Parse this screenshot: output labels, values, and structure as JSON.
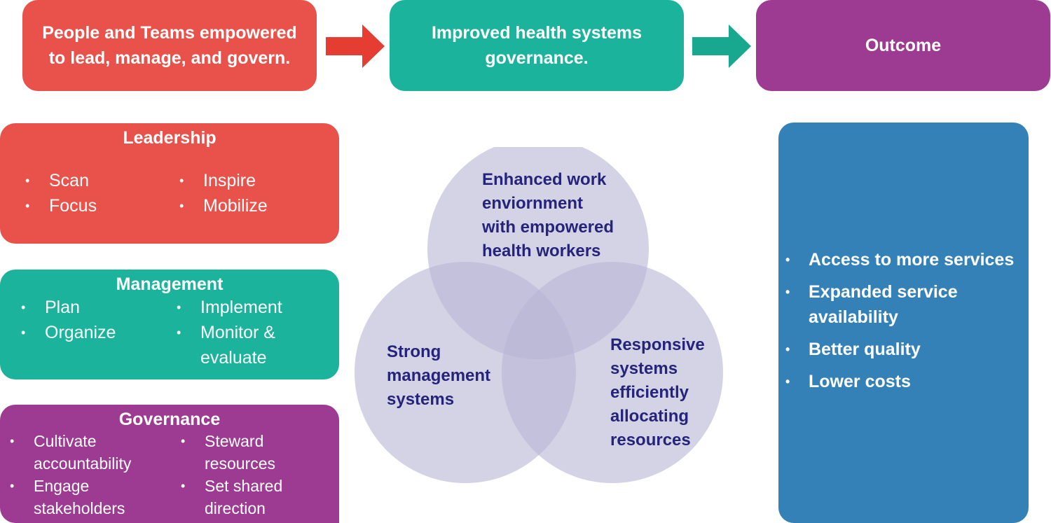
{
  "colors": {
    "red": "#e8524a",
    "teal": "#1bb39b",
    "purple": "#9d3b93",
    "blue": "#3481b8",
    "venn_fill": "#b7b5d4",
    "venn_text": "#25237a",
    "arrow_red": "#e53d31",
    "arrow_teal": "#17a88f"
  },
  "flow": {
    "step1": "People and Teams empowered\nto lead, manage, and govern.",
    "step2": "Improved health systems\ngovernance.",
    "step3": "Outcome"
  },
  "panels": {
    "leadership": {
      "title": "Leadership",
      "col1": [
        "Scan",
        "Focus"
      ],
      "col2": [
        "Inspire",
        "Mobilize"
      ]
    },
    "management": {
      "title": "Management",
      "col1": [
        "Plan",
        "Organize"
      ],
      "col2": [
        "Implement",
        "Monitor &",
        "evaluate"
      ]
    },
    "governance": {
      "title": "Governance",
      "col1": [
        "Cultivate",
        "accountability",
        "Engage",
        "stakeholders"
      ],
      "col2": [
        "Steward",
        "resources",
        "Set shared",
        "direction"
      ]
    }
  },
  "venn": {
    "top": "Enhanced work\nenviornment\nwith empowered\nhealth workers",
    "left": "Strong\nmanagement\nsystems",
    "right": "Responsive\nsystems\nefficiently\nallocating\nresources"
  },
  "outcomes": [
    "Access to more services",
    "Expanded service\navailability",
    "Better quality",
    "Lower costs"
  ]
}
